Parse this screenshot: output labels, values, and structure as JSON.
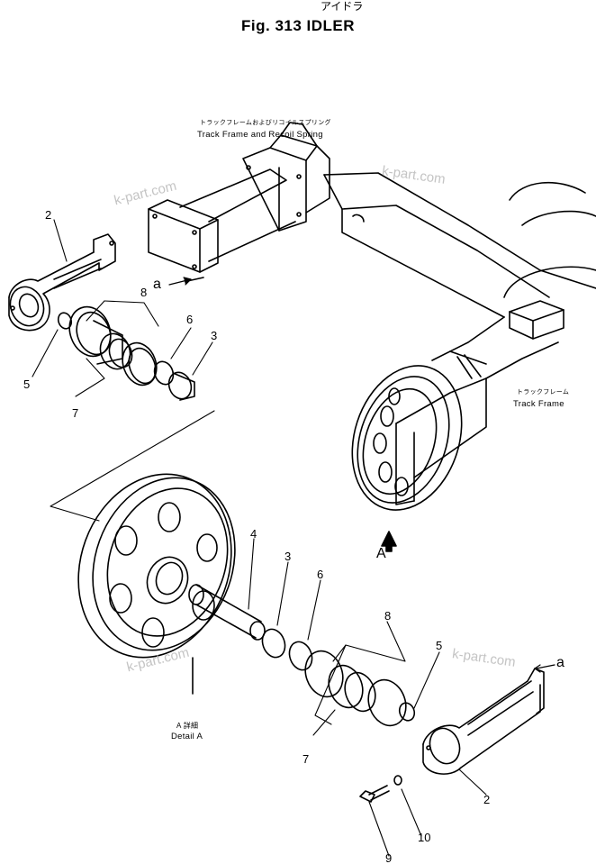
{
  "figure": {
    "title_jp": "アイドラ",
    "title": "Fig. 313 IDLER"
  },
  "labels": {
    "track_frame_recoil_jp": "トラックフレームおよびリコイルスプリング",
    "track_frame_recoil": "Track Frame and Recoil Spring",
    "track_frame_jp": "トラックフレーム",
    "track_frame": "Track Frame",
    "detail_jp": "A 詳細",
    "detail": "Detail A",
    "view_a": "A",
    "arrow_a_top": "a",
    "arrow_a_bottom": "a"
  },
  "callouts": {
    "upper": [
      "2",
      "8",
      "6",
      "3",
      "5",
      "7"
    ],
    "lower": [
      "4",
      "3",
      "6",
      "8",
      "5",
      "7",
      "2",
      "10",
      "9"
    ]
  },
  "watermark": [
    "k-part.com",
    "k-part.com",
    "k-part.com",
    "k-part.com"
  ]
}
